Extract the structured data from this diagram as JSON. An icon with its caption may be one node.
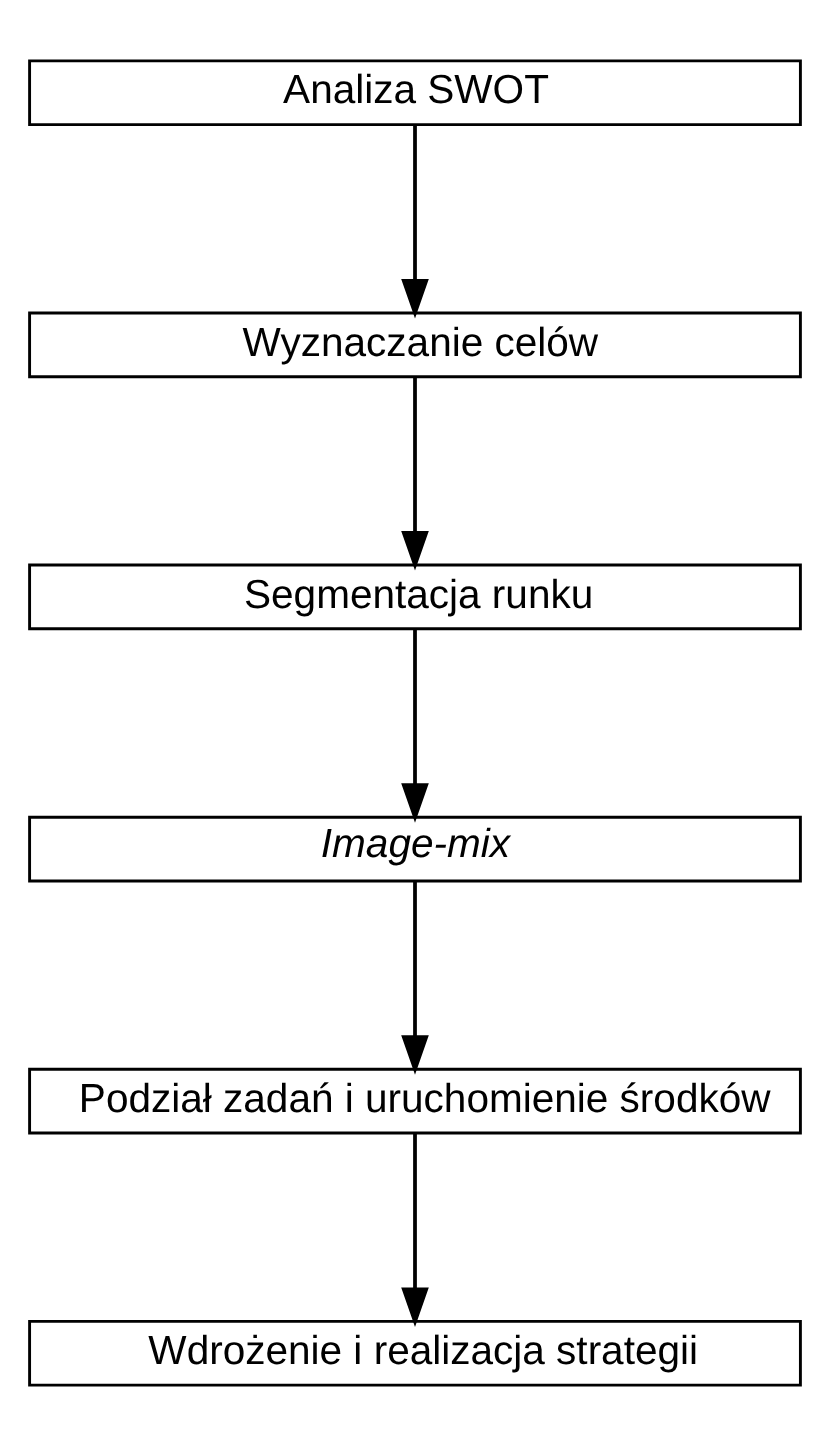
{
  "diagram": {
    "nodes": [
      {
        "text": [
          "Analiza SWOT"
        ]
      },
      {
        "text": [
          "Wyznaczanie celów"
        ]
      },
      {
        "text": [
          "Segmentacja runku"
        ]
      },
      {
        "text": [
          "Image-mix"
        ]
      },
      {
        "text": [
          "Podział zadań i uruchomienie środków"
        ]
      },
      {
        "text": [
          "Wdrożenie i realizacja strategii"
        ]
      }
    ],
    "edges": [
      {
        "from": 0,
        "to": 1,
        "arrow": "to"
      },
      {
        "from": 1,
        "to": 2,
        "arrow": "to"
      },
      {
        "from": 2,
        "to": 3,
        "arrow": "to"
      },
      {
        "from": 3,
        "to": 4,
        "arrow": "to"
      },
      {
        "from": 4,
        "to": 5,
        "arrow": "to"
      }
    ]
  }
}
